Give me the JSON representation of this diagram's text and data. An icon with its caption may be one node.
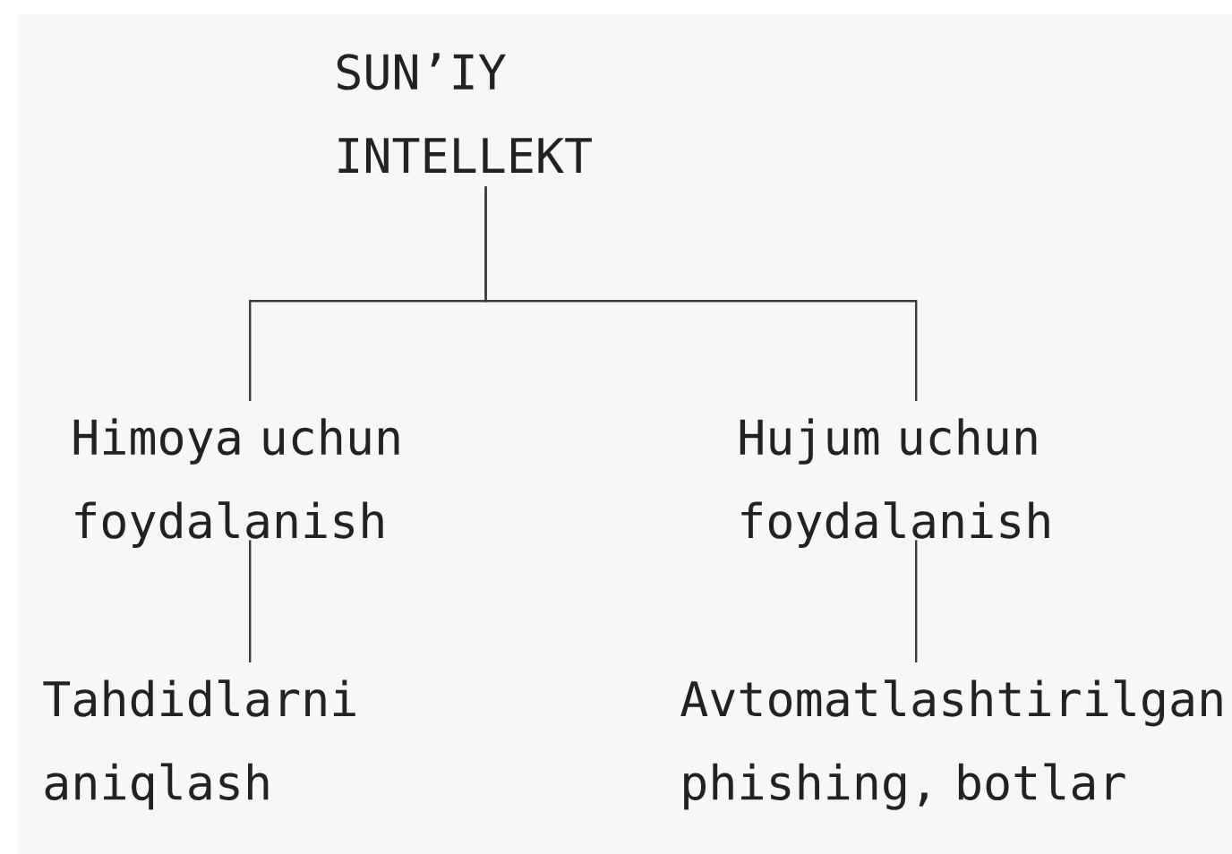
{
  "diagram": {
    "nodes": [
      {
        "text": [
          "SUN’IY INTELLEKT"
        ]
      },
      {
        "text": [
          "Himoya uchun foydalanish"
        ]
      },
      {
        "text": [
          "Hujum uchun foydalanish"
        ]
      },
      {
        "text": [
          "Tahdidlarni aniqlash"
        ]
      },
      {
        "text": [
          "Avtomatlashtirilgan phishing, botlar"
        ]
      }
    ],
    "edges": [
      {
        "from": 0,
        "to": 1,
        "arrow": "none"
      },
      {
        "from": 0,
        "to": 2,
        "arrow": "none"
      },
      {
        "from": 1,
        "to": 3,
        "arrow": "none"
      },
      {
        "from": 2,
        "to": 4,
        "arrow": "none"
      }
    ]
  }
}
